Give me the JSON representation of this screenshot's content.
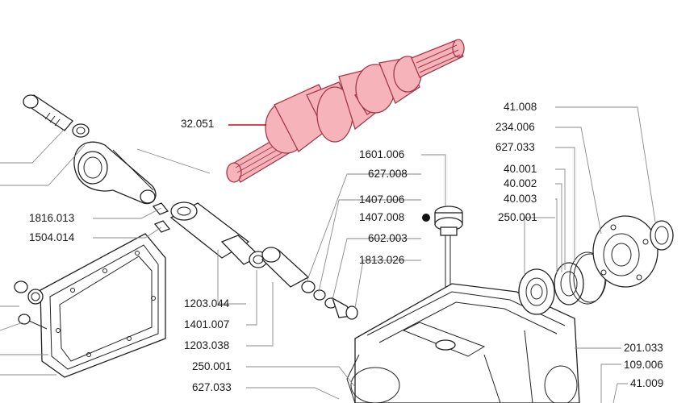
{
  "highlight_color": "#f6b3ba",
  "leader_highlight_color": "#d0021b",
  "labels": {
    "p32_051": "32.051",
    "p1816_013": "1816.013",
    "p1504_014": "1504.014",
    "p1601_006": "1601.006",
    "p627_008": "627.008",
    "p1407_006": "1407.006",
    "p1407_008": "1407.008",
    "p602_003": "602.003",
    "p1813_026": "1813.026",
    "p1203_044": "1203.044",
    "p1401_007": "1401.007",
    "p1203_038": "1203.038",
    "p250_001_bottom": "250.001",
    "p627_033_bottom": "627.033",
    "p41_008": "41.008",
    "p234_006": "234.006",
    "p627_033_right": "627.033",
    "p40_001": "40.001",
    "p40_002": "40.002",
    "p40_003": "40.003",
    "p250_001_right": "250.001",
    "p201_033": "201.033",
    "p109_006": "109.006",
    "p41_009": "41.009"
  }
}
